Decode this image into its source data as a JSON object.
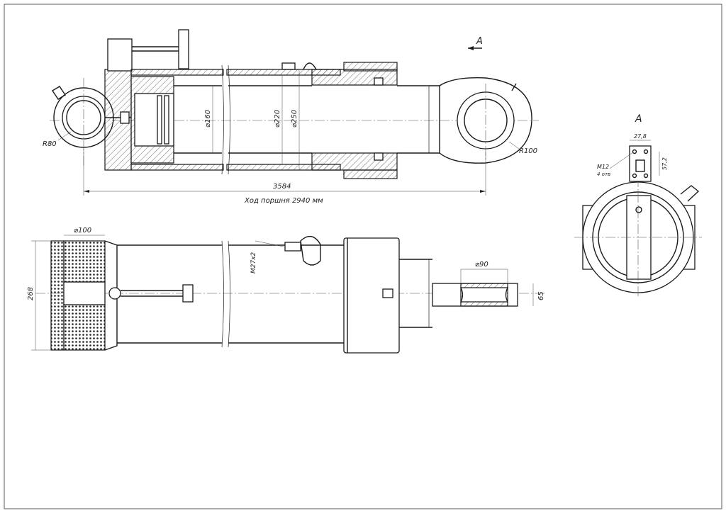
{
  "sheet": {
    "frame_color": "#1a1a1a"
  },
  "view_marker": {
    "letter": "A"
  },
  "view_a": {
    "title": "A",
    "bolt_label": "M12",
    "bolt_count": "4 отв",
    "dim_width": "27,8",
    "dim_height": "57,2"
  },
  "section_view": {
    "dims": {
      "eye_radius_left": "R80",
      "eye_radius_right": "R100",
      "rod_diameter": "⌀160",
      "bore_diameter": "⌀220",
      "outer_diameter": "⌀250",
      "overall_length": "3584",
      "stroke_note": "Ход поршня 2940 мм"
    }
  },
  "top_view": {
    "dims": {
      "hub_diameter": "⌀100",
      "height": "268",
      "port_thread": "M27x2",
      "pin_diameter": "⌀90",
      "pin_width": "65"
    }
  }
}
